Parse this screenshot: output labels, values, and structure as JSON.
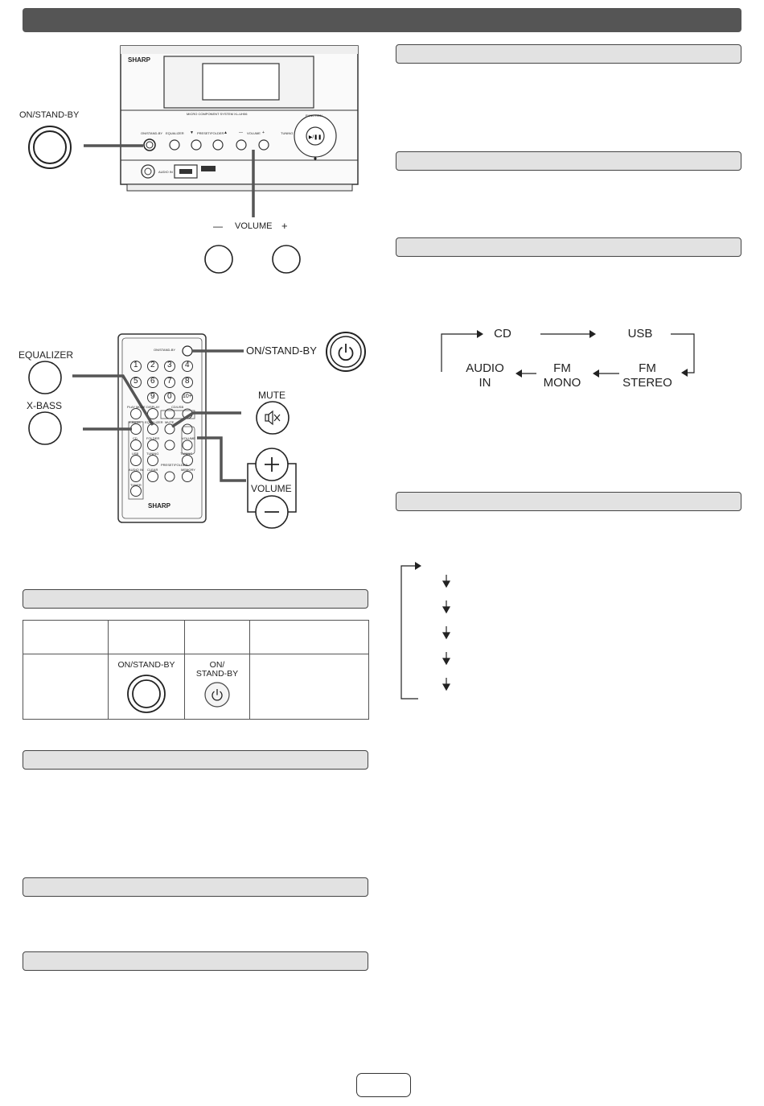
{
  "labels": {
    "unit_on_standby": "ON/STAND-BY",
    "volume_minus": "—",
    "volume": "VOLUME",
    "volume_plus": "+",
    "equalizer": "EQUALIZER",
    "xbass": "X-BASS",
    "remote_on_standby": "ON/STAND-BY",
    "mute": "MUTE",
    "remote_volume": "VOLUME"
  },
  "unit": {
    "brand": "SHARP",
    "model_line": "MICRO COMPONENT SYSTEM XL-UH06",
    "panel_labels": [
      "ON/STAND-BY",
      "EQUALIZER",
      "▼",
      "PRESET/FOLDER",
      "▲",
      "—",
      "VOLUME",
      "+",
      "TUNING",
      "FUNCTION"
    ],
    "audio_in": "AUDIO IN"
  },
  "remote": {
    "brand": "SHARP",
    "top_label": "ON/STAND-BY",
    "number_keys": [
      "1",
      "2",
      "3",
      "4",
      "5",
      "6",
      "7",
      "8",
      "9",
      "0",
      "10+"
    ],
    "small_labels": [
      "PLAY MODE",
      "DISPLAY",
      "CD/USB",
      "X-BASS",
      "EQUALIZER",
      "MUTE",
      "CD",
      "FOLDER",
      "VOLUME",
      "USB",
      "TUNING",
      "PRESET/FOLDER",
      "TUNING",
      "AUDIO IN",
      "CLEAR",
      "MEMORY",
      "TUNER"
    ]
  },
  "function_cycle": {
    "cd": "CD",
    "usb": "USB",
    "audio_in": [
      "AUDIO",
      "IN"
    ],
    "fm_mono": [
      "FM",
      "MONO"
    ],
    "fm_stereo": [
      "FM",
      "STEREO"
    ]
  },
  "table": {
    "unit_caption": "ON/STAND-BY",
    "remote_caption": [
      "ON/",
      "STAND-BY"
    ]
  }
}
